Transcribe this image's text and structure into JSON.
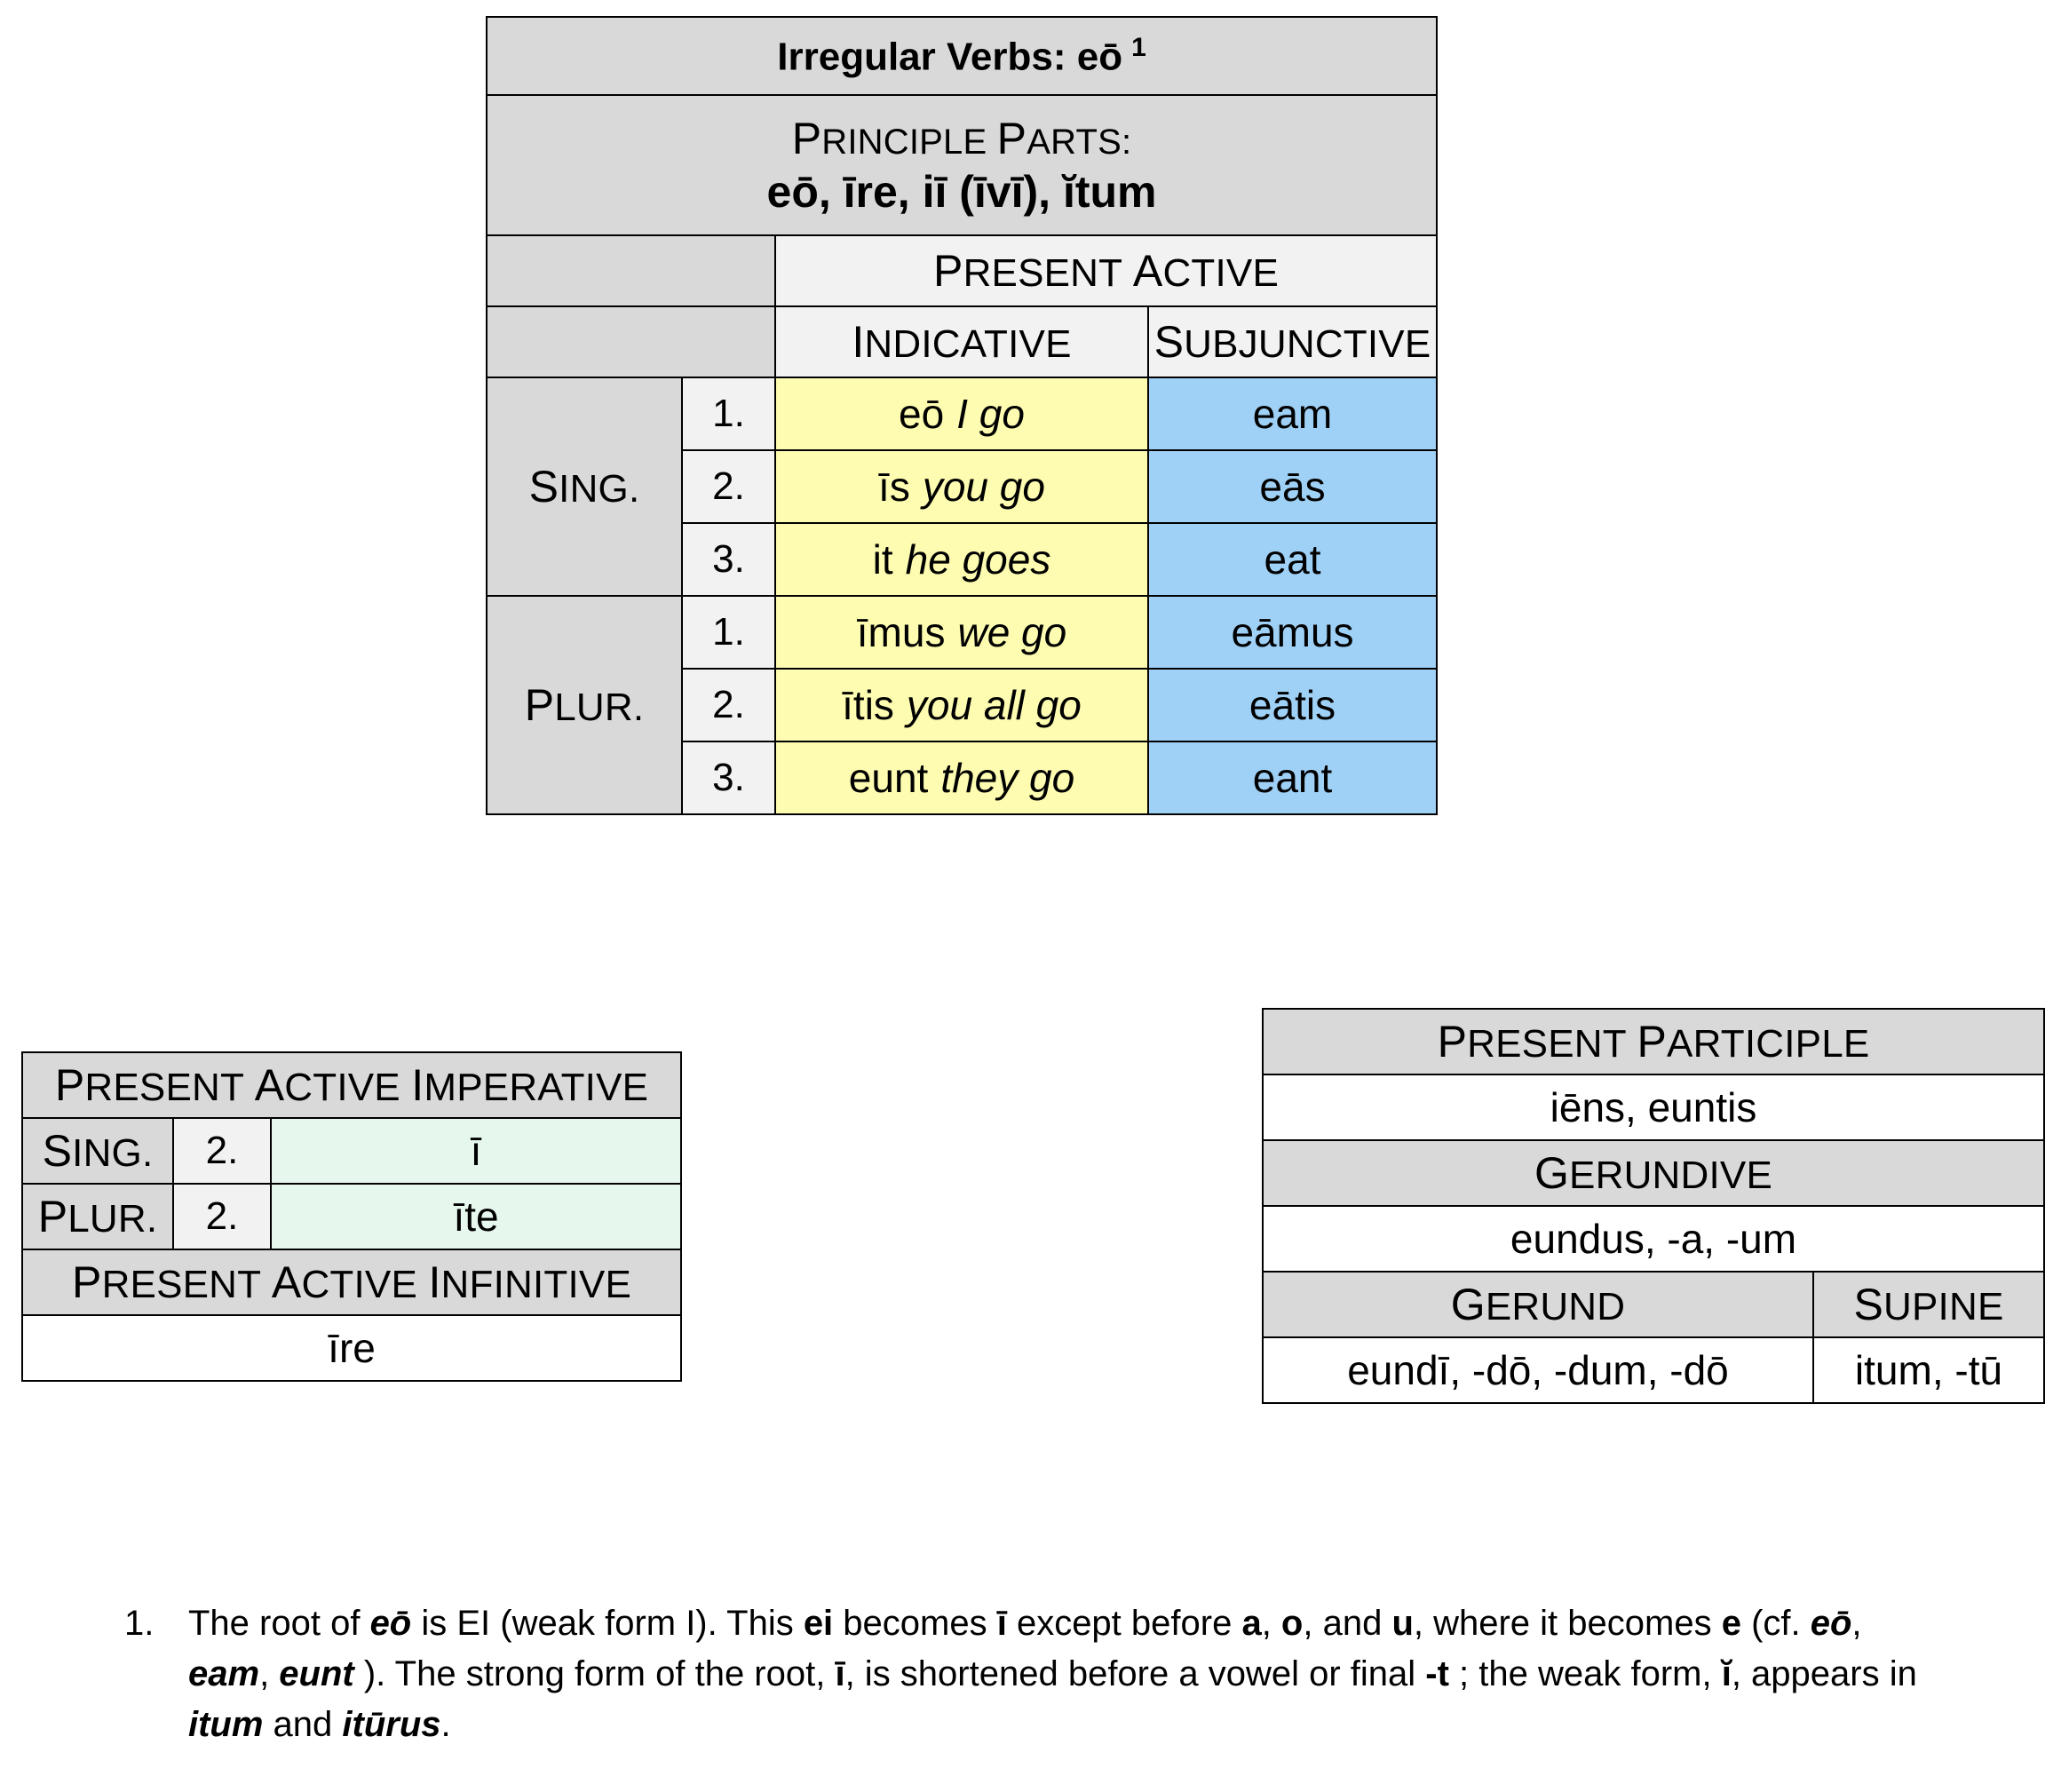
{
  "main_table": {
    "title": "Irregular Verbs: eō",
    "title_footnote_marker": "1",
    "principle_parts_label": "Principle Parts:",
    "principle_parts_forms": "eō, īre, iī (īvī), ĭtum",
    "voice_header": "Present Active",
    "mood_headers": [
      "Indicative",
      "Subjunctive"
    ],
    "number_labels": {
      "singular": "Sing.",
      "plural": "Plur."
    },
    "rows": [
      {
        "number": "sing",
        "person": "1.",
        "indicative_form": "eō",
        "indicative_gloss": "I go",
        "subjunctive": "eam"
      },
      {
        "number": "sing",
        "person": "2.",
        "indicative_form": "īs",
        "indicative_gloss": "you go",
        "subjunctive": "eās"
      },
      {
        "number": "sing",
        "person": "3.",
        "indicative_form": "it",
        "indicative_gloss": "he goes",
        "subjunctive": "eat"
      },
      {
        "number": "plur",
        "person": "1.",
        "indicative_form": "īmus",
        "indicative_gloss": "we go",
        "subjunctive": "eāmus"
      },
      {
        "number": "plur",
        "person": "2.",
        "indicative_form": "ītis",
        "indicative_gloss": "you all go",
        "subjunctive": "eātis"
      },
      {
        "number": "plur",
        "person": "3.",
        "indicative_form": "eunt",
        "indicative_gloss": "they go",
        "subjunctive": "eant"
      }
    ]
  },
  "imperative_table": {
    "header": "Present Active Imperative",
    "rows": [
      {
        "number": "Sing.",
        "person": "2.",
        "form": "ī"
      },
      {
        "number": "Plur.",
        "person": "2.",
        "form": "īte"
      }
    ],
    "infinitive_header": "Present  Active Infinitive",
    "infinitive_form": "īre"
  },
  "participle_table": {
    "participle_header": "Present Participle",
    "participle_form": "iēns, euntis",
    "gerundive_header": "Gerundive",
    "gerundive_form": "eundus, -a, -um",
    "gerund_header": "Gerund",
    "supine_header": "Supine",
    "gerund_form": "eundī, -dō, -dum, -dō",
    "supine_form": "itum, -tū"
  },
  "footnote": {
    "number": "1.",
    "segments": [
      {
        "text": "The root of ",
        "style": "plain"
      },
      {
        "text": "eō",
        "style": "bold-italic"
      },
      {
        "text": " is EI (weak form I). This ",
        "style": "plain"
      },
      {
        "text": "ei",
        "style": "bold"
      },
      {
        "text": " becomes ",
        "style": "plain"
      },
      {
        "text": "ī",
        "style": "bold"
      },
      {
        "text": " except before ",
        "style": "plain"
      },
      {
        "text": "a",
        "style": "bold"
      },
      {
        "text": ", ",
        "style": "plain"
      },
      {
        "text": "o",
        "style": "bold"
      },
      {
        "text": ", and ",
        "style": "plain"
      },
      {
        "text": "u",
        "style": "bold"
      },
      {
        "text": ", where it becomes ",
        "style": "plain"
      },
      {
        "text": "e",
        "style": "bold"
      },
      {
        "text": " (cf. ",
        "style": "plain"
      },
      {
        "text": "eō",
        "style": "bold-italic"
      },
      {
        "text": ", ",
        "style": "plain"
      },
      {
        "text": "eam",
        "style": "bold-italic"
      },
      {
        "text": ", ",
        "style": "plain"
      },
      {
        "text": "eunt",
        "style": "bold-italic"
      },
      {
        "text": " ). The strong form of the root, ",
        "style": "plain"
      },
      {
        "text": "ī",
        "style": "bold"
      },
      {
        "text": ", is shortened before a vowel or final ",
        "style": "plain"
      },
      {
        "text": "-t",
        "style": "bold"
      },
      {
        "text": " ; the weak form, ",
        "style": "plain"
      },
      {
        "text": "ĭ",
        "style": "bold"
      },
      {
        "text": ", appears in ",
        "style": "plain"
      },
      {
        "text": "itum",
        "style": "bold-italic"
      },
      {
        "text": " and ",
        "style": "plain"
      },
      {
        "text": "itūrus",
        "style": "bold-italic"
      },
      {
        "text": ".",
        "style": "plain"
      }
    ]
  },
  "colors": {
    "header_gray": "#d9d9d9",
    "light_gray": "#f2f2f2",
    "indicative_yellow": "#fdfcb0",
    "subjunctive_blue": "#9fd0f5",
    "imperative_mint": "#e6f8ee",
    "border": "#000000"
  }
}
